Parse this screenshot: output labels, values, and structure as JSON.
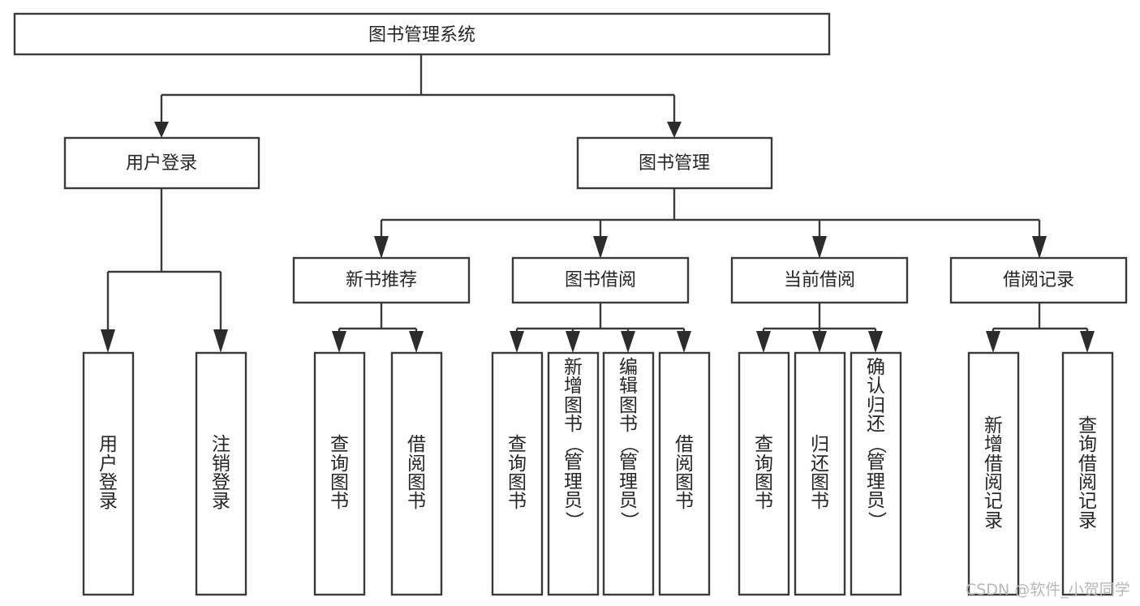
{
  "diagram": {
    "type": "tree",
    "title": "图书管理系统",
    "root": {
      "id": "root",
      "label": "图书管理系统",
      "orientation": "horizontal"
    },
    "level2": [
      {
        "id": "user-login",
        "label": "用户登录",
        "orientation": "horizontal"
      },
      {
        "id": "book-manage",
        "label": "图书管理",
        "orientation": "horizontal"
      }
    ],
    "level3": [
      {
        "id": "new-book-rec",
        "label": "新书推荐",
        "orientation": "horizontal"
      },
      {
        "id": "book-borrow",
        "label": "图书借阅",
        "orientation": "horizontal"
      },
      {
        "id": "current-borrow",
        "label": "当前借阅",
        "orientation": "horizontal"
      },
      {
        "id": "borrow-record",
        "label": "借阅记录",
        "orientation": "horizontal"
      }
    ],
    "leaves": [
      {
        "id": "leaf-user-login",
        "parent": "user-login",
        "label": "用户登录",
        "orientation": "vertical"
      },
      {
        "id": "leaf-logout",
        "parent": "user-login",
        "label": "注销登录",
        "orientation": "vertical"
      },
      {
        "id": "leaf-query-book-1",
        "parent": "new-book-rec",
        "label": "查询图书",
        "orientation": "vertical"
      },
      {
        "id": "leaf-borrow-book-1",
        "parent": "new-book-rec",
        "label": "借阅图书",
        "orientation": "vertical"
      },
      {
        "id": "leaf-query-book-2",
        "parent": "book-borrow",
        "label": "查询图书",
        "orientation": "vertical"
      },
      {
        "id": "leaf-add-book",
        "parent": "book-borrow",
        "label": "新增图书（管理员）",
        "orientation": "vertical"
      },
      {
        "id": "leaf-edit-book",
        "parent": "book-borrow",
        "label": "编辑图书（管理员）",
        "orientation": "vertical"
      },
      {
        "id": "leaf-borrow-book-2",
        "parent": "book-borrow",
        "label": "借阅图书",
        "orientation": "vertical"
      },
      {
        "id": "leaf-query-book-3",
        "parent": "current-borrow",
        "label": "查询图书",
        "orientation": "vertical"
      },
      {
        "id": "leaf-return-book",
        "parent": "current-borrow",
        "label": "归还图书",
        "orientation": "vertical"
      },
      {
        "id": "leaf-confirm-return",
        "parent": "current-borrow",
        "label": "确认归还（管理员）",
        "orientation": "vertical"
      },
      {
        "id": "leaf-add-record",
        "parent": "borrow-record",
        "label": "新增借阅记录",
        "orientation": "vertical"
      },
      {
        "id": "leaf-query-record",
        "parent": "borrow-record",
        "label": "查询借阅记录",
        "orientation": "vertical"
      }
    ],
    "colors": {
      "box_stroke": "#3a3a3a",
      "connector": "#3a3a3a",
      "text": "#262626",
      "background": "#ffffff",
      "watermark": "#b8b8b8"
    }
  },
  "watermark": {
    "text": "CSDN @软件_小贺同学"
  }
}
